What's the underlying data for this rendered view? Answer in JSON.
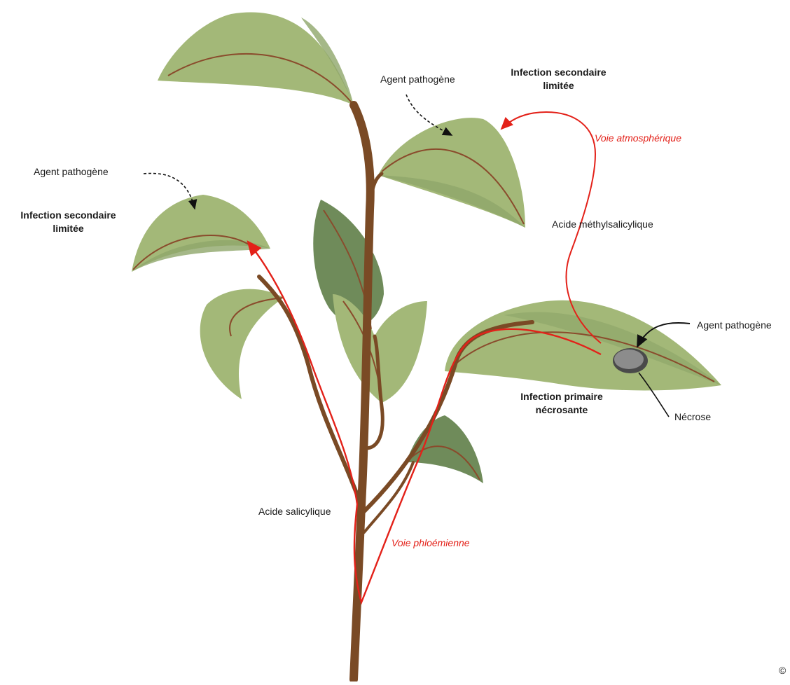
{
  "labels": {
    "agent_top": "Agent pathogène",
    "secondary_top_line1": "Infection secondaire",
    "secondary_top_line2": "limitée",
    "atmospheric_route": "Voie atmosphérique",
    "agent_left": "Agent pathogène",
    "secondary_left_line1": "Infection secondaire",
    "secondary_left_line2": "limitée",
    "methyl_salicylic": "Acide méthylsalicylique",
    "agent_right": "Agent pathogène",
    "primary_line1": "Infection primaire",
    "primary_line2": "nécrosante",
    "necrosis": "Nécrose",
    "salicylic": "Acide salicylique",
    "phloem_route": "Voie phloémienne",
    "copyright": "©"
  },
  "colors": {
    "leaf_light": "#a3b878",
    "leaf_mid": "#8ea66a",
    "leaf_dark": "#6f8b5a",
    "stem": "#7a4a25",
    "vein": "#8a4b2c",
    "signal_red": "#e32119",
    "necrosis": "#8c8c8c"
  }
}
